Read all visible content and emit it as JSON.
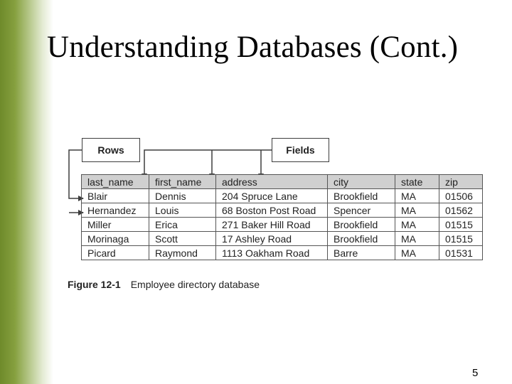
{
  "slide": {
    "title": "Understanding Databases (Cont.)",
    "page_number": "5"
  },
  "figure": {
    "rows_label": "Rows",
    "fields_label": "Fields",
    "caption_number": "Figure 12-1",
    "caption_text": "Employee directory database",
    "columns": [
      "last_name",
      "first_name",
      "address",
      "city",
      "state",
      "zip"
    ],
    "records": [
      [
        "Blair",
        "Dennis",
        "204 Spruce Lane",
        "Brookfield",
        "MA",
        "01506"
      ],
      [
        "Hernandez",
        "Louis",
        "68 Boston Post Road",
        "Spencer",
        "MA",
        "01562"
      ],
      [
        "Miller",
        "Erica",
        "271 Baker Hill Road",
        "Brookfield",
        "MA",
        "01515"
      ],
      [
        "Morinaga",
        "Scott",
        "17 Ashley Road",
        "Brookfield",
        "MA",
        "01515"
      ],
      [
        "Picard",
        "Raymond",
        "1113 Oakham Road",
        "Barre",
        "MA",
        "01531"
      ]
    ]
  },
  "colors": {
    "side_bar": "#86a03f",
    "header_fill": "#d0d0d0",
    "line": "#3d3d3d"
  }
}
